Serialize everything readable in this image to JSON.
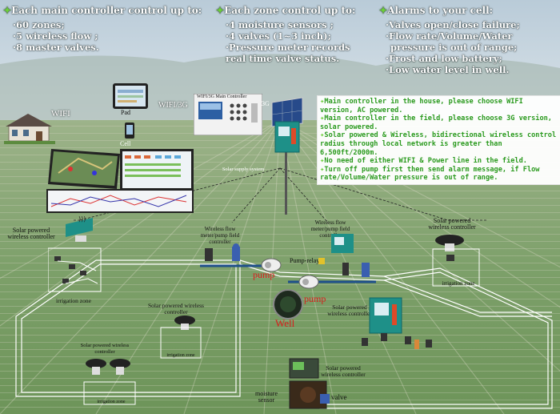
{
  "header": {
    "controller": {
      "title": "Each main controller control up to:",
      "items": [
        "·60 zones;",
        "·5 wireless flow ;",
        "·8 master valves."
      ]
    },
    "zone": {
      "title": "Each zone control up to:",
      "items": [
        "·4 moisture sensors ;",
        "·4 valves (1~3 inch);",
        "·Pressure meter records",
        "real time valve status."
      ]
    },
    "alarms": {
      "title": "Alarms to your cell:",
      "items": [
        "·Valves open/close failure;",
        "·Flow rate/Volume/Water",
        "pressure is out of range;",
        "·Frost and low battery;",
        "·Low water level in well."
      ]
    }
  },
  "notes": [
    "Main controller in the house, please choose WIFI version, AC powered.",
    "Main controller in the field, please choose 3G version, solar powered.",
    "Solar powered & Wireless, bidirectional wireless control radius through local network is greater than 6,500ft/2000m.",
    "No need of either WIFI  & Power line in the field.",
    "Turn off pump first then send alarm message,  if Flow rate/Volume/Water pressure is out of range."
  ],
  "labels": {
    "wifi": "WIFI",
    "pad": "Pad",
    "wifi_3g": "WIFI/3G",
    "cell": "Cell",
    "main_controller": "WIFI/3G Main Controller",
    "three_g": "3G",
    "solar_supply": "Solar supply system",
    "left_ctrl": "Solar powered wireless controller",
    "irrigation_zone": "irrigation zone",
    "flow_meter_left": "Wireless flow meter/pump field controller",
    "flow_meter_right": "Wireless flow meter/pump field controller",
    "right_ctrl": "Solar powered wireless controller",
    "irrigation_zone_right": "irrigation zone",
    "pump_relay": "Pump-relay",
    "pump1": "pump",
    "pump2": "pump",
    "well": "Well",
    "mid_ctrl": "Solar powered wireless controller",
    "small_ctrl": "Solar powered wireless controller",
    "irr_zone_small": "irrigation zone",
    "bottom_ctrls": "Solar powered wireless controller",
    "irr_zone_bottom": "irrigation zone",
    "right_mid_ctrl": "Solar powered wireless controller",
    "bottom_ctrl": "Solar powered wireless controller",
    "moisture_sensor": "moisture sensor",
    "valve": "valve"
  },
  "colors": {
    "note_green": "#2a9a1e",
    "leaf_green": "#6ccf3a",
    "pump_red": "#d81c1c",
    "controller_teal": "#1e9088",
    "field_green": "#5d8a44"
  }
}
